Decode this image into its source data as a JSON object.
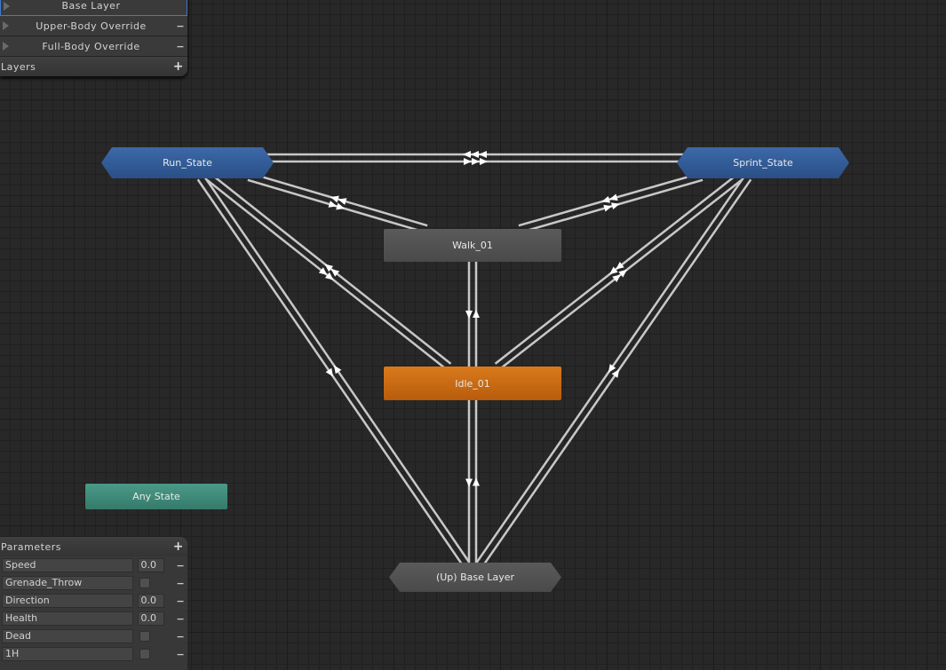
{
  "layers": {
    "items": [
      {
        "label": "Base Layer"
      },
      {
        "label": "Upper-Body Override"
      },
      {
        "label": "Full-Body Override"
      }
    ],
    "title": "Layers"
  },
  "parameters": {
    "title": "Parameters",
    "items": [
      {
        "name": "Speed",
        "type": "float",
        "value": "0.0"
      },
      {
        "name": "Grenade_Throw",
        "type": "bool"
      },
      {
        "name": "Direction",
        "type": "float",
        "value": "0.0"
      },
      {
        "name": "Health",
        "type": "float",
        "value": "0.0"
      },
      {
        "name": "Dead",
        "type": "bool"
      },
      {
        "name": "1H",
        "type": "bool"
      }
    ]
  },
  "states": {
    "run": "Run_State",
    "sprint": "Sprint_State",
    "walk": "Walk_01",
    "idle": "Idle_01",
    "any": "Any State",
    "up": "(Up) Base Layer"
  },
  "transitions": [
    [
      "run",
      "sprint"
    ],
    [
      "run",
      "walk"
    ],
    [
      "run",
      "idle"
    ],
    [
      "run",
      "up"
    ],
    [
      "sprint",
      "walk"
    ],
    [
      "sprint",
      "idle"
    ],
    [
      "sprint",
      "up"
    ],
    [
      "walk",
      "idle"
    ],
    [
      "idle",
      "up"
    ]
  ],
  "colors": {
    "state_blue": "#2f5a96",
    "default_state": "#c8660f",
    "any_state": "#3f8a7a",
    "transition": "#c8c8c8"
  }
}
